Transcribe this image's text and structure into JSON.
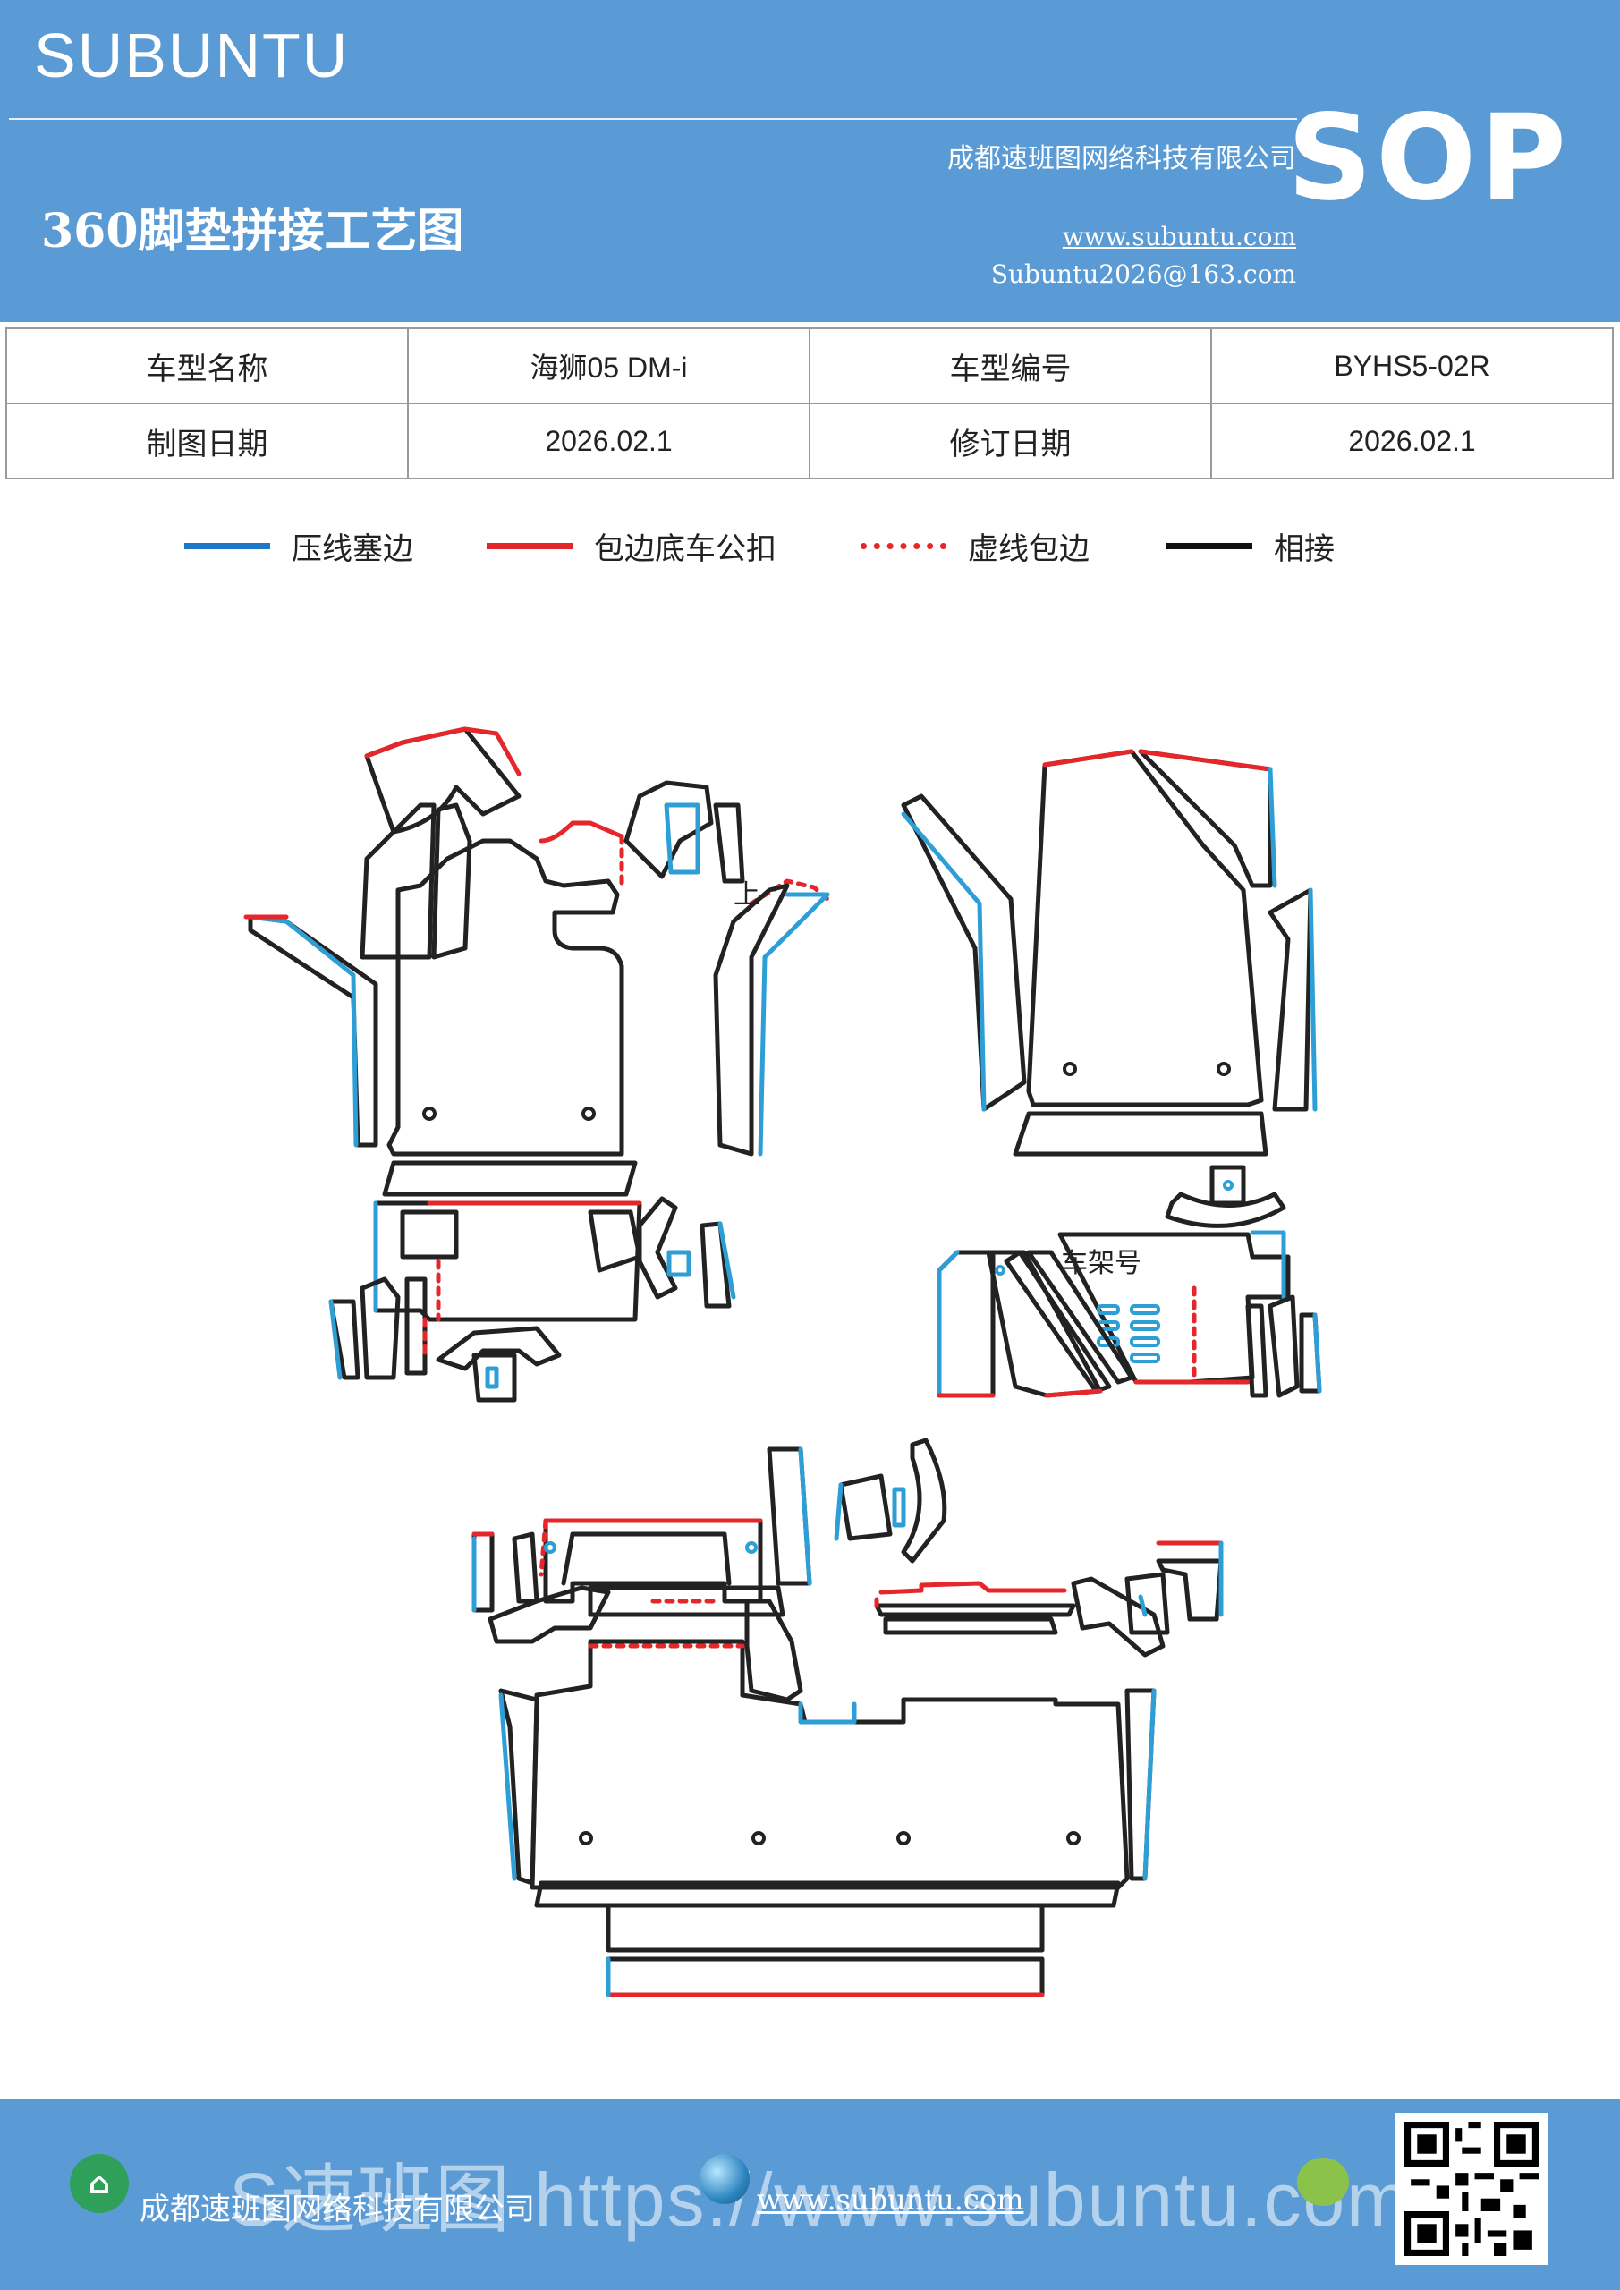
{
  "header": {
    "brand": "SUBUNTU",
    "title": "360脚垫拼接工艺图",
    "company": "成都速班图网络科技有限公司",
    "website": "www.subuntu.com",
    "email": "Subuntu2026@163.com",
    "badge": "SOP"
  },
  "info_table": {
    "row1": {
      "label_model_name": "车型名称",
      "model_name": "海狮05  DM-i",
      "label_model_code": "车型编号",
      "model_code": "BYHS5-02R"
    },
    "row2": {
      "label_draw_date": "制图日期",
      "draw_date": "2026.02.1",
      "label_revise_date": "修订日期",
      "revise_date": "2026.02.1"
    }
  },
  "legend": {
    "items": [
      {
        "label": "压线塞边",
        "color": "#1f77c8",
        "style": "solid"
      },
      {
        "label": "包边底车公扣",
        "color": "#e5262a",
        "style": "solid"
      },
      {
        "label": "虚线包边",
        "color": "#e5262a",
        "style": "dotted"
      },
      {
        "label": "相接",
        "color": "#111111",
        "style": "solid"
      }
    ]
  },
  "drawing": {
    "label_up": "上",
    "label_frame_number": "车架号"
  },
  "footer": {
    "company": "成都速班图网络科技有限公司",
    "website": "www.subuntu.com",
    "watermark": "S速班图 https://www.subuntu.com"
  },
  "colors": {
    "header_bg": "#5b9bd5",
    "blue_line": "#2e9fd6",
    "red_line": "#e5262a",
    "black_line": "#222222"
  }
}
